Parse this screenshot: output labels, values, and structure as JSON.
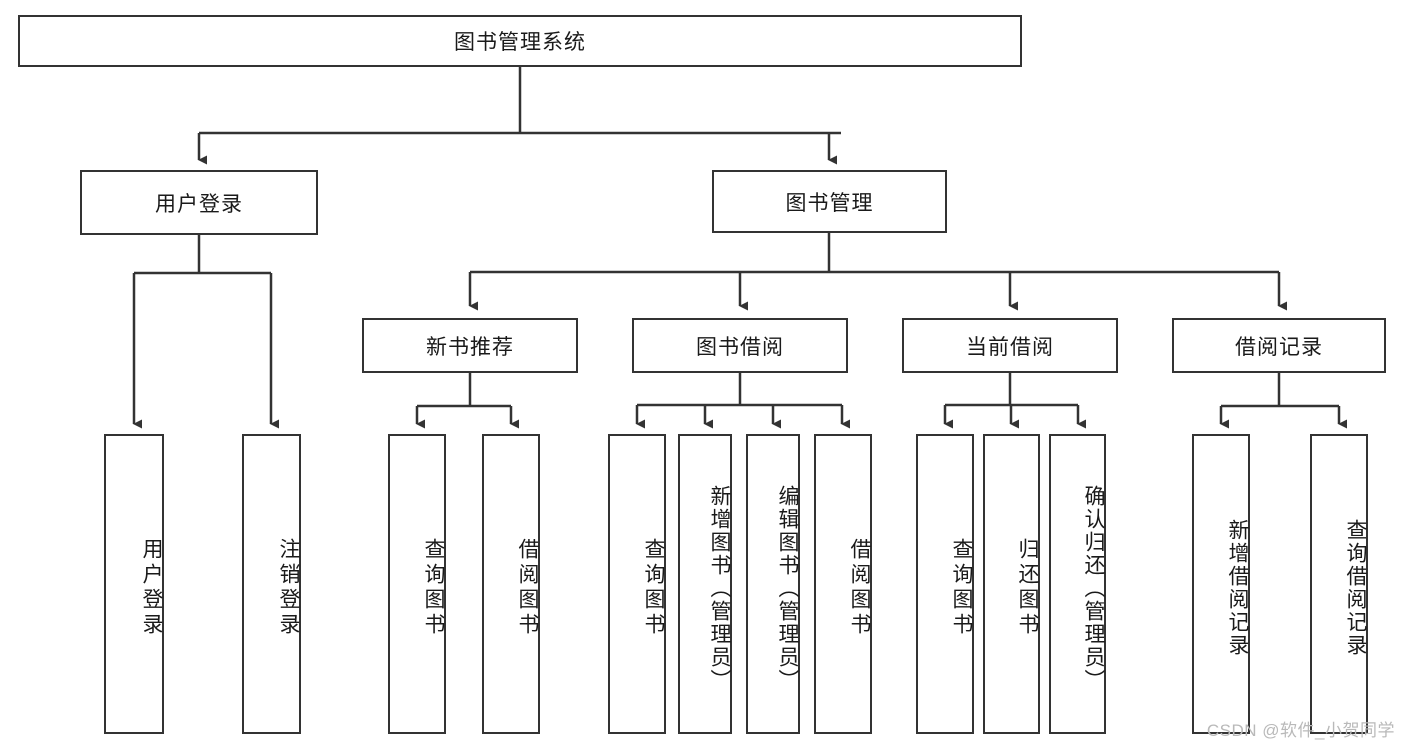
{
  "diagram": {
    "title": "图书管理系统",
    "watermark": "CSDN @软件_小贺同学",
    "colors": {
      "stroke": "#333333",
      "fill": "#ffffff",
      "text": "#1a1a1a",
      "watermark": "#b9b9b9"
    },
    "root": {
      "label": "图书管理系统"
    },
    "level1": [
      {
        "label": "用户登录"
      },
      {
        "label": "图书管理"
      }
    ],
    "level2": [
      {
        "label": "新书推荐"
      },
      {
        "label": "图书借阅"
      },
      {
        "label": "当前借阅"
      },
      {
        "label": "借阅记录"
      }
    ],
    "leaves": {
      "user_login": [
        {
          "label": "用户登录"
        },
        {
          "label": "注销登录"
        }
      ],
      "new_book": [
        {
          "label": "查询图书"
        },
        {
          "label": "借阅图书"
        }
      ],
      "borrow": [
        {
          "label": "查询图书"
        },
        {
          "label": "新增图书（管理员）"
        },
        {
          "label": "编辑图书（管理员）"
        },
        {
          "label": "借阅图书"
        }
      ],
      "current": [
        {
          "label": "查询图书"
        },
        {
          "label": "归还图书"
        },
        {
          "label": "确认归还（管理员）"
        }
      ],
      "records": [
        {
          "label": "新增借阅记录"
        },
        {
          "label": "查询借阅记录"
        }
      ]
    }
  }
}
